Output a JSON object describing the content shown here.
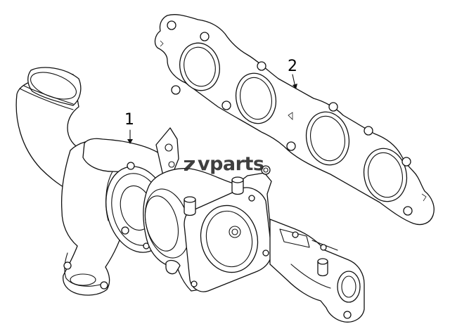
{
  "callouts": [
    {
      "number": "1"
    },
    {
      "number": "2"
    }
  ],
  "watermark": {
    "text": "vparts",
    "icon": "zv-logo-icon"
  }
}
